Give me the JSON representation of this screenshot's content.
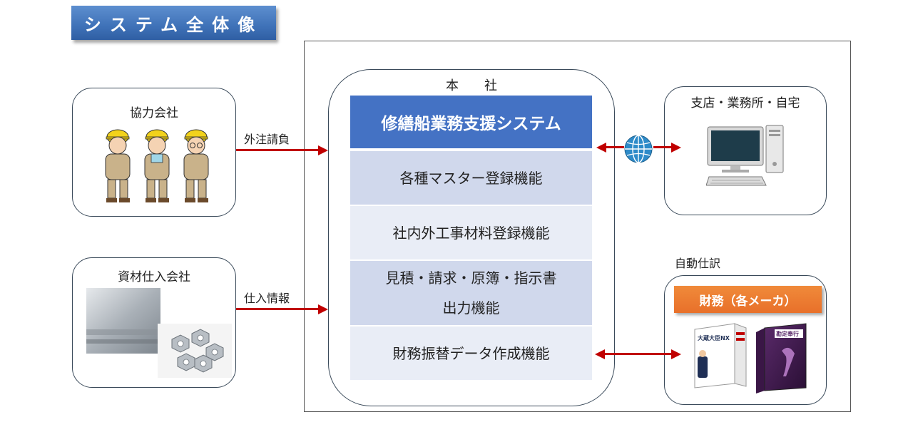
{
  "title": "システム全体像",
  "honsha": {
    "label": "本社",
    "system_name": "修繕船業務支援システム",
    "functions": [
      "各種マスター登録機能",
      "社内外工事材料登録機能",
      "見積・請求・原簿・指示書",
      "出力機能",
      "財務振替データ作成機能"
    ]
  },
  "partners": {
    "cooperating": "協力会社",
    "materials": "資材仕入会社",
    "branch": "支店・業務所・自宅"
  },
  "edges": {
    "outsourcing": "外注請負",
    "purchasing": "仕入情報",
    "auto_journal": "自動仕訳"
  },
  "finance": {
    "badge": "財務（各メーカ）",
    "product_a_label": "大蔵大臣NX",
    "product_b_label": "勘定奉行"
  },
  "colors": {
    "accent_blue": "#4472c4",
    "arrow_red": "#c00000",
    "badge_orange": "#e8702a"
  }
}
